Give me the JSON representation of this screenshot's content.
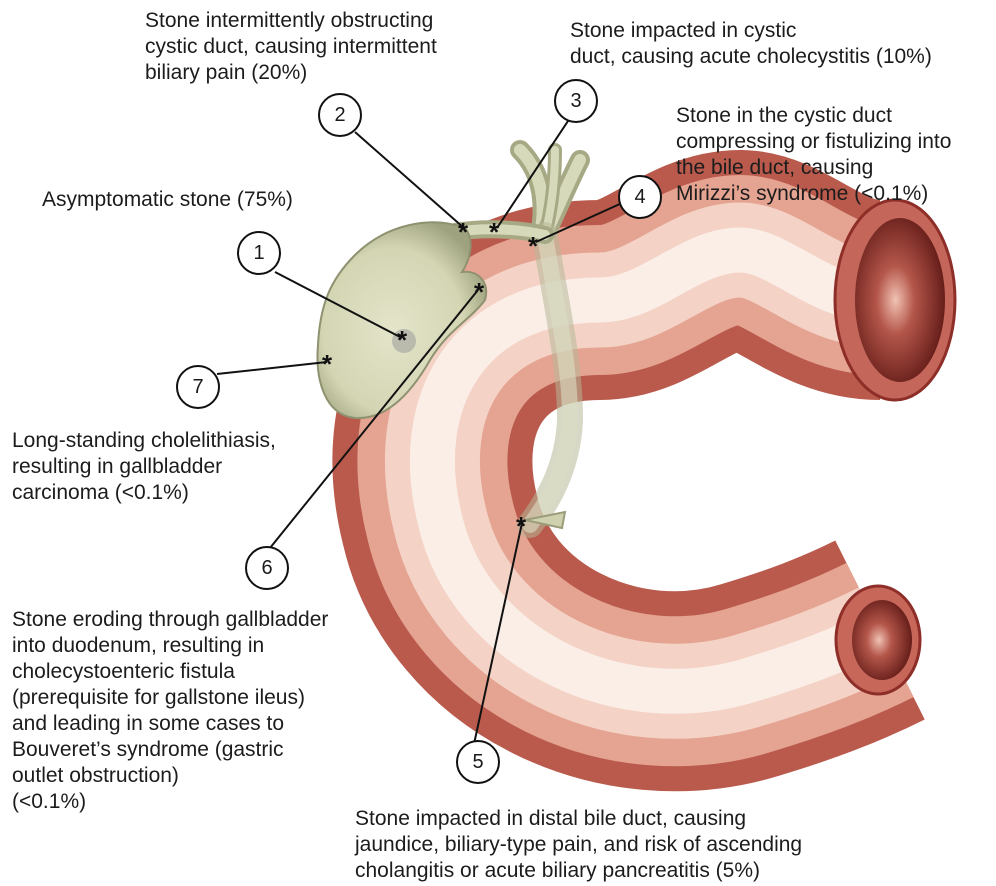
{
  "labels": {
    "l1": "Asymptomatic stone (75%)",
    "l2": "Stone intermittently obstructing\ncystic duct, causing intermittent\nbiliary pain (20%)",
    "l3": "Stone impacted in cystic\nduct, causing acute cholecystitis (10%)",
    "l4": "Stone in the cystic duct\ncompressing or fistulizing into\nthe bile duct, causing\nMirizzi’s syndrome (<0.1%)",
    "l5": "Stone impacted in distal bile duct, causing\njaundice, biliary-type pain, and risk of ascending\ncholangitis or acute biliary pancreatitis (5%)",
    "l6": "Stone eroding through gallbladder\ninto duodenum, resulting in\ncholecystoenteric fistula\n(prerequisite for gallstone ileus)\nand leading in some cases to\nBouveret’s syndrome (gastric\noutlet obstruction)\n(<0.1%)",
    "l7": "Long-standing cholelithiasis,\nresulting in gallbladder\ncarcinoma (<0.1%)"
  },
  "callouts": {
    "n1": "1",
    "n2": "2",
    "n3": "3",
    "n4": "4",
    "n5": "5",
    "n6": "6",
    "n7": "7"
  },
  "marker": "*",
  "colors": {
    "gallbladder": "#d6d8b8",
    "gallbladder_edge": "#8f9270",
    "duodenum_light": "#f7e4da",
    "duodenum_mid": "#e7a492",
    "duodenum_dark": "#b8564a",
    "lumen": "#6e1d18",
    "leader": "#111111"
  }
}
